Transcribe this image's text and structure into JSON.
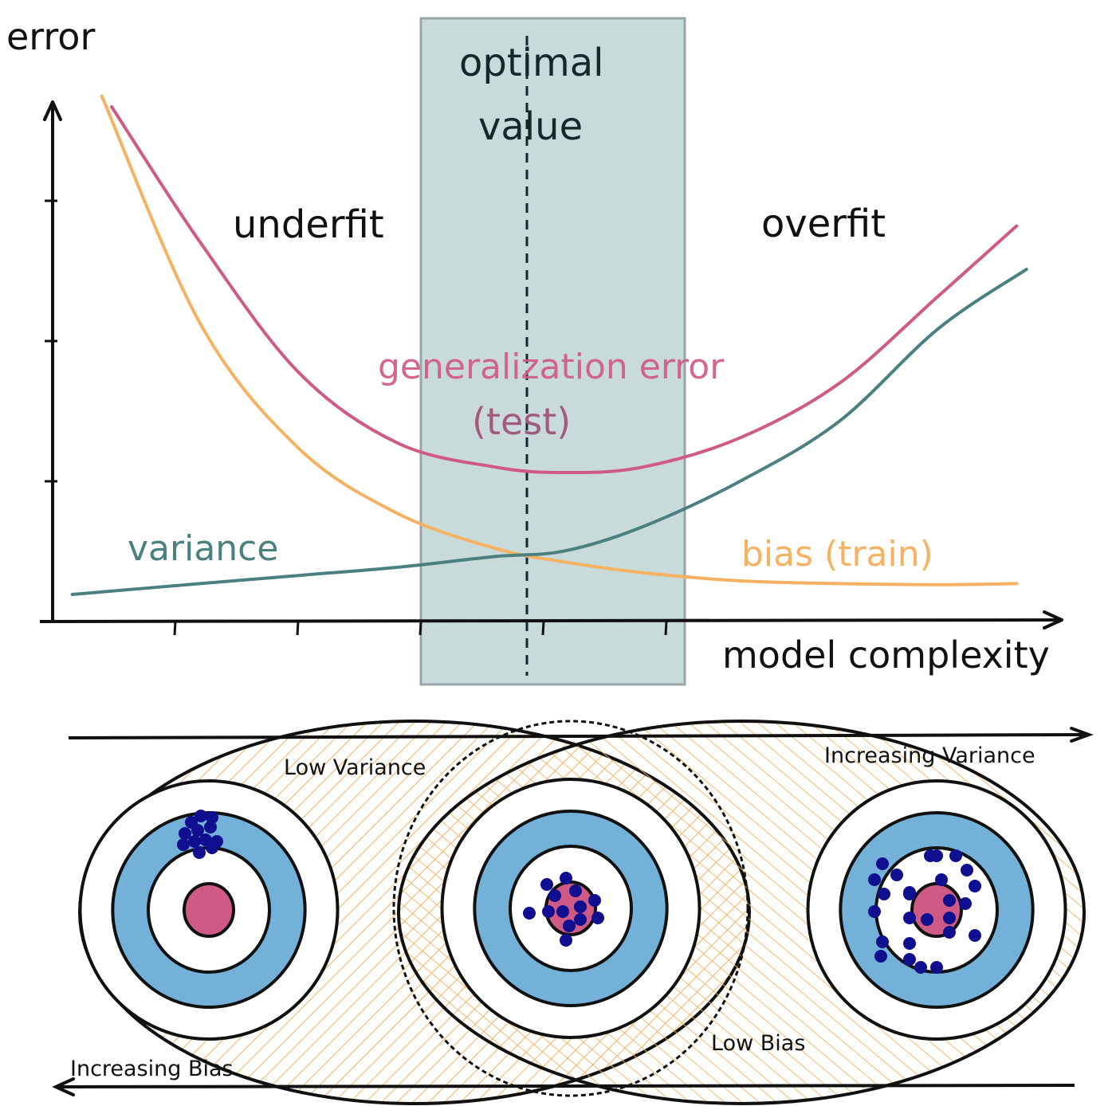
{
  "chart_data": {
    "type": "line",
    "title": "",
    "xlabel": "model complexity",
    "ylabel": "error",
    "x_range": [
      0,
      10
    ],
    "y_range": [
      0,
      10
    ],
    "grid": false,
    "y_ticks": 3,
    "x_ticks": 5,
    "series": [
      {
        "name": "generalization error (test)",
        "color": "#d05a86",
        "x": [
          0.6,
          1.5,
          2.5,
          3.5,
          4.5,
          5.2,
          6.0,
          7.0,
          8.0,
          9.0,
          9.8
        ],
        "y": [
          9.5,
          7.0,
          4.6,
          3.3,
          2.85,
          2.75,
          2.85,
          3.4,
          4.4,
          6.0,
          7.3
        ]
      },
      {
        "name": "bias (train)",
        "color": "#f4b262",
        "x": [
          0.5,
          1.5,
          2.5,
          3.5,
          4.5,
          5.2,
          6.0,
          7.0,
          8.0,
          9.0,
          9.8
        ],
        "y": [
          9.7,
          5.5,
          3.2,
          2.0,
          1.35,
          1.1,
          0.9,
          0.75,
          0.7,
          0.68,
          0.7
        ]
      },
      {
        "name": "variance",
        "color": "#4a8080",
        "x": [
          0.2,
          1.5,
          2.5,
          3.5,
          4.5,
          5.2,
          6.0,
          7.0,
          8.0,
          9.0,
          9.9
        ],
        "y": [
          0.5,
          0.7,
          0.85,
          1.0,
          1.2,
          1.3,
          1.75,
          2.6,
          3.7,
          5.4,
          6.5
        ]
      }
    ],
    "optimal_region": {
      "x_start": 3.6,
      "x_end": 6.3,
      "optimal_x": 4.7,
      "label": "optimal value"
    },
    "annotations": [
      {
        "text": "underfit",
        "region": "left"
      },
      {
        "text": "overfit",
        "region": "right"
      }
    ]
  },
  "labels": {
    "ylabel": "error",
    "xlabel": "model complexity",
    "underfit": "underfit",
    "overfit": "overfit",
    "optimal_line1": "optimal",
    "optimal_line2": "value",
    "gen_error_line1": "generalization error",
    "gen_error_line2": "(test)",
    "variance": "variance",
    "bias": "bias (train)"
  },
  "targets": {
    "increasing_variance": "Increasing Variance",
    "increasing_bias": "Increasing Bias",
    "low_variance": "Low Variance",
    "low_bias": "Low Bias",
    "items": [
      {
        "name": "high-bias-low-variance",
        "cluster": "tight, off-center in blue ring",
        "dots": 12
      },
      {
        "name": "low-bias-low-variance",
        "cluster": "tight, on bullseye",
        "dots": 12
      },
      {
        "name": "low-bias-high-variance",
        "cluster": "spread around bullseye",
        "dots": 26
      }
    ]
  },
  "colors": {
    "test": "#d05a86",
    "bias": "#f4b262",
    "variance": "#4a8080",
    "optimal_box": "#c8dada",
    "target_ring": "#74b1d8",
    "bullseye": "#d05a86",
    "dot": "#0f0f8f",
    "hatch": "#f4b262",
    "ink": "#111111"
  }
}
